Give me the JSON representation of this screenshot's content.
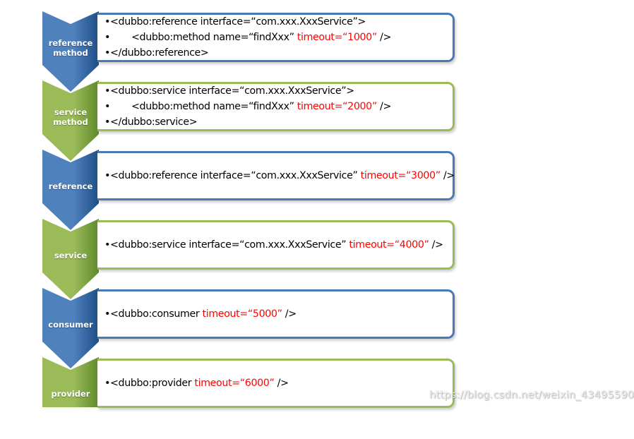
{
  "colors": {
    "blue_border": "#4a7ab5",
    "green_border": "#9bbb59",
    "blue_chevron_light": "#4f81bd",
    "blue_chevron_dark": "#1f4e85",
    "green_chevron_light": "#9bbb59",
    "green_chevron_dark": "#5f8a2b",
    "highlight_text": "#ff0000"
  },
  "rows": [
    {
      "label": "reference\nmethod",
      "theme": "blue",
      "lines": [
        {
          "bullet": "•",
          "indent": false,
          "text": "<dubbo:reference interface=“com.xxx.XxxService”>",
          "highlight": ""
        },
        {
          "bullet": "•",
          "indent": true,
          "text": "<dubbo:method name=“findXxx” ",
          "highlight": "timeout=“1000”",
          "tail": " />"
        },
        {
          "bullet": "•",
          "indent": false,
          "text": "</dubbo:reference>",
          "highlight": ""
        }
      ]
    },
    {
      "label": "service\nmethod",
      "theme": "green",
      "lines": [
        {
          "bullet": "•",
          "indent": false,
          "text": "<dubbo:service interface=“com.xxx.XxxService”>",
          "highlight": ""
        },
        {
          "bullet": "•",
          "indent": true,
          "text": "<dubbo:method name=“findXxx” ",
          "highlight": "timeout=“2000”",
          "tail": " />"
        },
        {
          "bullet": "•",
          "indent": false,
          "text": "</dubbo:service>",
          "highlight": ""
        }
      ]
    },
    {
      "label": "reference",
      "theme": "blue",
      "lines": [
        {
          "bullet": "•",
          "indent": false,
          "text": "<dubbo:reference interface=“com.xxx.XxxService” ",
          "highlight": "timeout=“3000”",
          "tail": " />"
        }
      ]
    },
    {
      "label": "service",
      "theme": "green",
      "lines": [
        {
          "bullet": "•",
          "indent": false,
          "text": "<dubbo:service interface=“com.xxx.XxxService” ",
          "highlight": "timeout=“4000”",
          "tail": " />"
        }
      ]
    },
    {
      "label": "consumer",
      "theme": "blue",
      "lines": [
        {
          "bullet": "•",
          "indent": false,
          "text": "<dubbo:consumer ",
          "highlight": "timeout=“5000”",
          "tail": " />"
        }
      ]
    },
    {
      "label": "provider",
      "theme": "green",
      "lines": [
        {
          "bullet": "•",
          "indent": false,
          "text": "<dubbo:provider ",
          "highlight": "timeout=“6000”",
          "tail": " />"
        }
      ]
    }
  ],
  "watermark": "https://blog.csdn.net/weixin_43495590"
}
